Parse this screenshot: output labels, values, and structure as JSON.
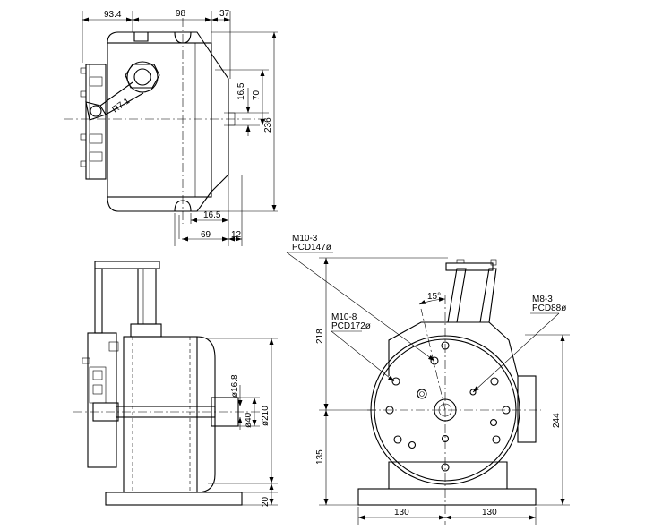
{
  "top_view": {
    "dims": {
      "d93_4": "93.4",
      "d98": "98",
      "d37": "37",
      "d16_5_top": "16.5",
      "d70": "70",
      "d236": "236",
      "d16_5_bottom": "16.5",
      "d69": "69",
      "d12": "12",
      "r87_1": "R7.1"
    }
  },
  "side_view": {
    "dims": {
      "d16_8": "ø16.8",
      "d40": "ø40",
      "d210": "ø210",
      "d20": "20"
    }
  },
  "front_view": {
    "callouts": {
      "m10_3": "M10-3",
      "pcd147": "PCD147ø",
      "m10_8": "M10-8",
      "pcd172": "PCD172ø",
      "m8_3": "M8-3",
      "pcd88": "PCD88ø",
      "angle15": "15°"
    },
    "dims": {
      "d218": "218",
      "d135": "135",
      "d244": "244",
      "d130_left": "130",
      "d130_right": "130"
    }
  }
}
